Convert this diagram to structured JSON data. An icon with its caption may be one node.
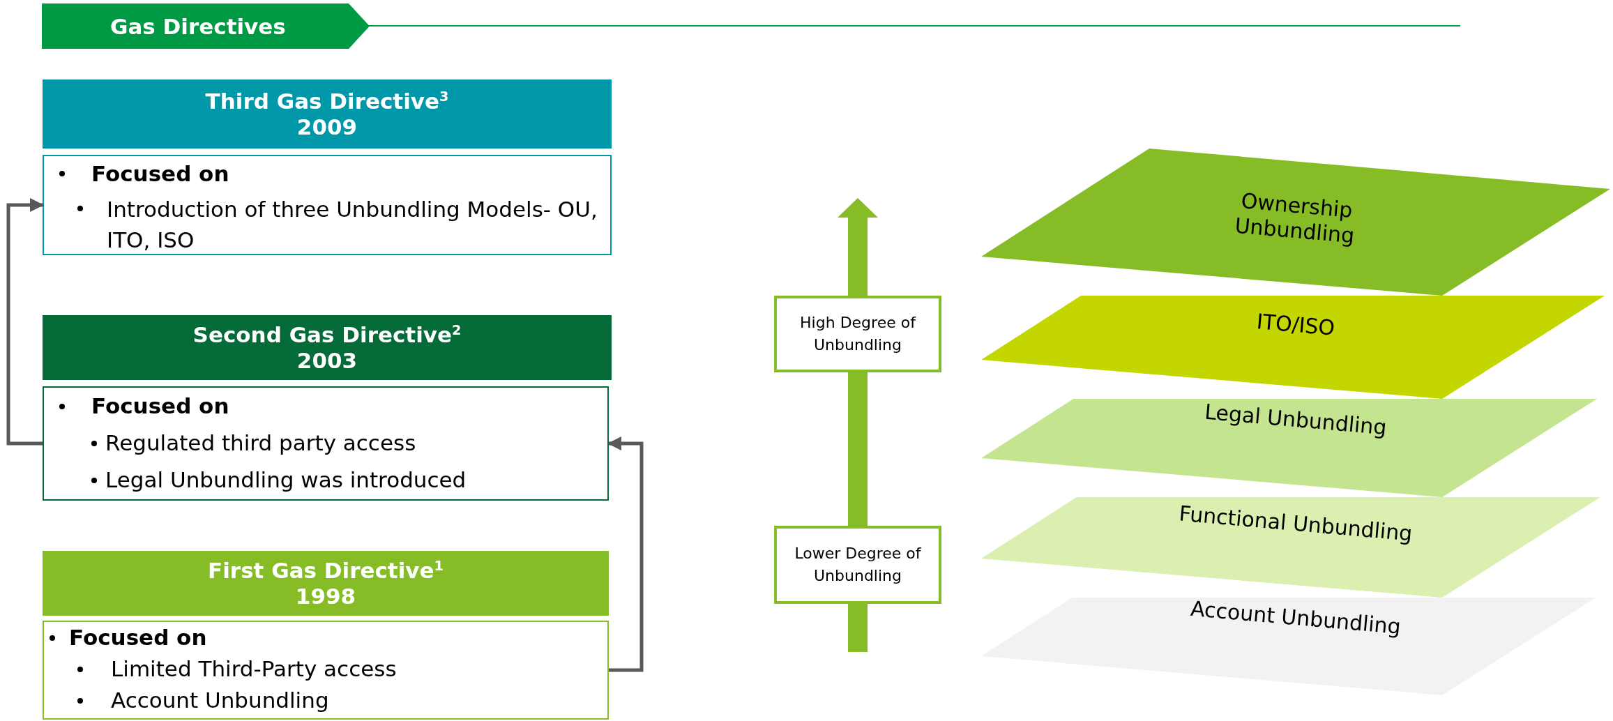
{
  "diagram": {
    "title": "Gas Directives",
    "nodes": [
      {
        "text": [
          "Third Gas Directive$^{3}$",
          "2009"
        ]
      },
      {
        "text": [
          "Focused on",
          "Introduction of three Unbundling Models- OU, ITO, ISO"
        ]
      },
      {
        "text": [
          "Second Gas Directive$^{2}$",
          "2003"
        ]
      },
      {
        "text": [
          "Focused on",
          "Regulated third party access",
          "Legal Unbundling was introduced"
        ]
      },
      {
        "text": [
          "First Gas Directive$^{1}$",
          "1998"
        ]
      },
      {
        "text": [
          "Focused on",
          "Limited Third-Party access",
          "Account Unbundling"
        ]
      },
      {
        "text": [
          "High Degree of Unbundling"
        ]
      },
      {
        "text": [
          "Lower Degree of Unbundling"
        ]
      },
      {
        "text": [
          "Ownership Unbundling"
        ]
      },
      {
        "text": [
          "ITO/ISO"
        ]
      },
      {
        "text": [
          "Legal Unbundling"
        ]
      },
      {
        "text": [
          "Functional Unbundling"
        ]
      },
      {
        "text": [
          "Account Unbundling"
        ]
      }
    ],
    "edges": [
      {
        "from": 5,
        "to": 3,
        "arrow": "to",
        "color": "#58595b"
      },
      {
        "from": 3,
        "to": 1,
        "arrow": "to",
        "color": "#58595b"
      },
      {
        "from": null,
        "to": 7,
        "arrow": "none"
      },
      {
        "from": 7,
        "to": 6,
        "arrow": "none"
      },
      {
        "from": 6,
        "to": null,
        "arrow": "to"
      }
    ]
  }
}
